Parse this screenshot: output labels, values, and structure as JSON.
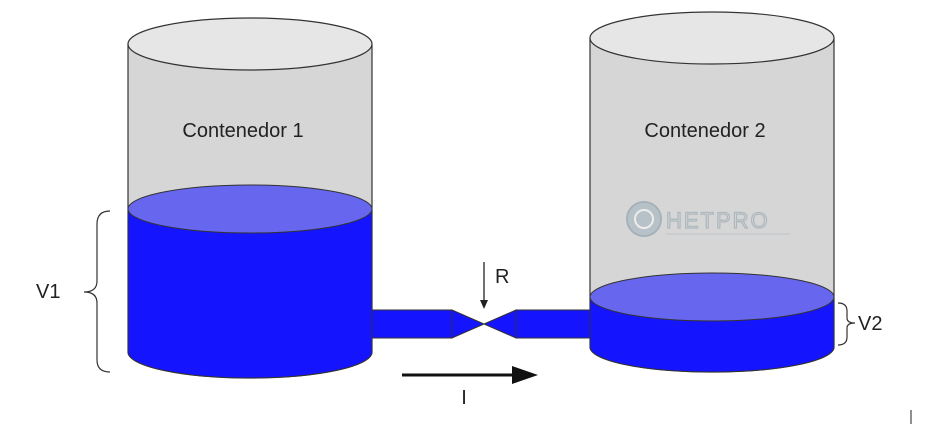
{
  "tank1": {
    "label": "Contenedor 1"
  },
  "tank2": {
    "label": "Contenedor 2"
  },
  "labels": {
    "v1": "V1",
    "v2": "V2",
    "r": "R",
    "i": "I"
  },
  "watermark": {
    "text": "HETPRO"
  },
  "colors": {
    "water": "#1414ff",
    "water_surface": "#6666ee",
    "tank_body": "#d6d6d6",
    "tank_top": "#e6e6e6",
    "outline": "#333333"
  }
}
